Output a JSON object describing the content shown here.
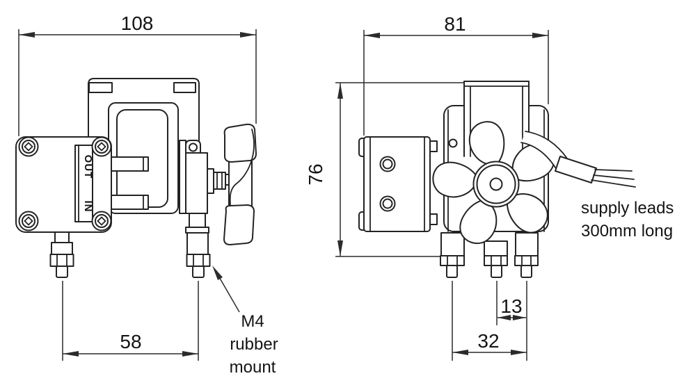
{
  "drawing": {
    "type": "engineering-dimension-drawing",
    "background": "#ffffff",
    "line_color": "#232323",
    "units": "mm"
  },
  "side_view": {
    "dim_width": "108",
    "dim_mount_spacing": "58",
    "port_top": "OUT",
    "port_bottom": "IN",
    "mount_note": [
      "M4",
      "rubber",
      "mount"
    ]
  },
  "front_view": {
    "dim_width": "81",
    "dim_height": "76",
    "dim_mount_pitch": "13",
    "dim_mount_span": "32",
    "leads_note": [
      "supply leads",
      "300mm long"
    ]
  }
}
